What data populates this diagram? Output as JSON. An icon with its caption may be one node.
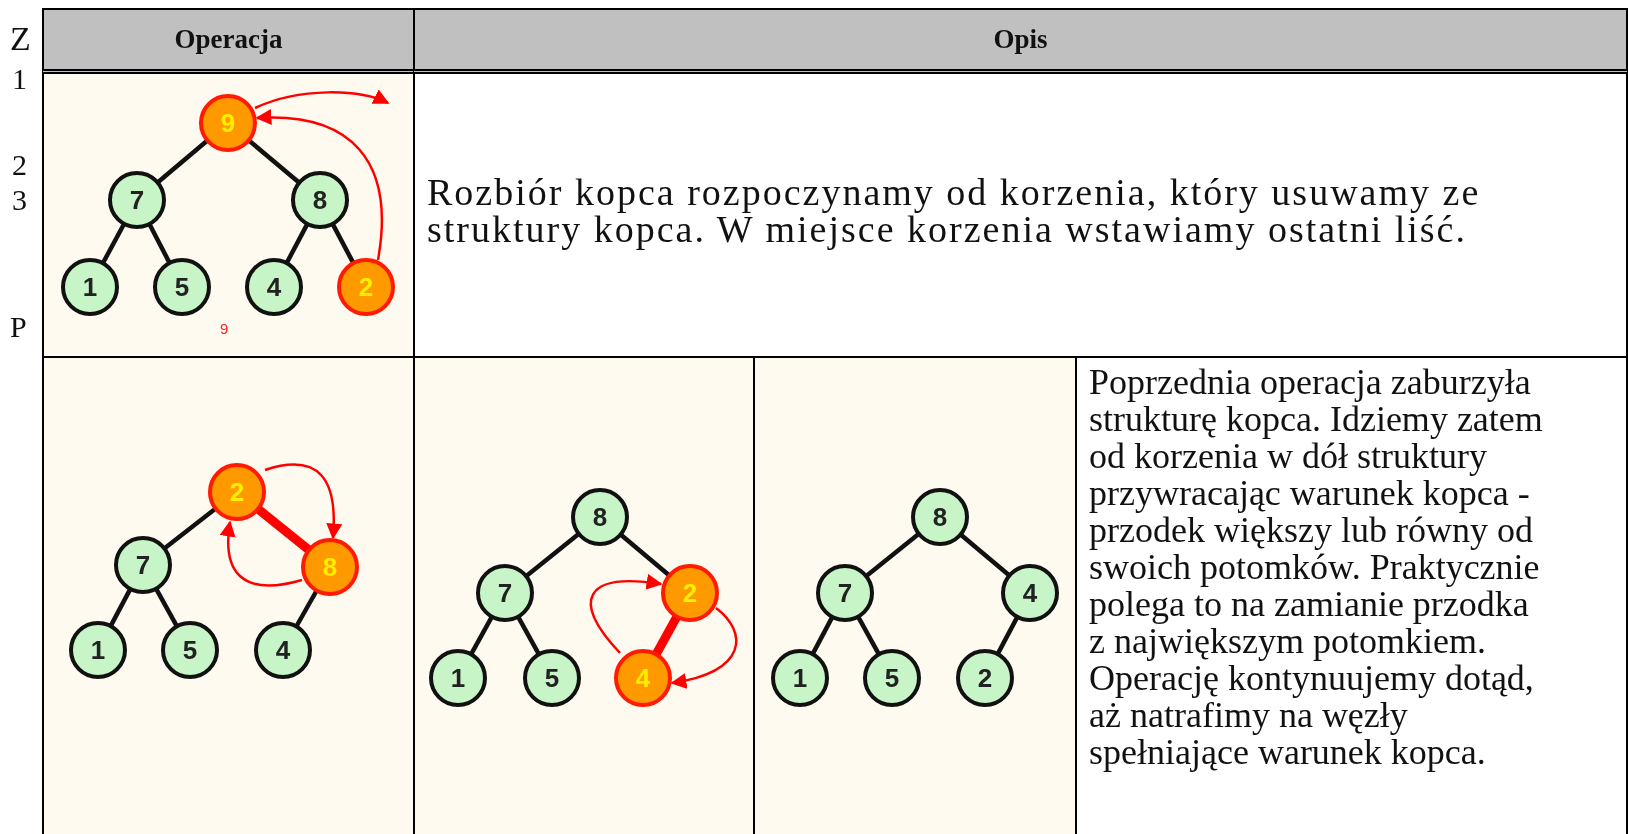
{
  "diagram": {
    "nodes": [
      {
        "text": [
          "Operacja"
        ]
      },
      {
        "text": [
          "Opis"
        ]
      },
      {
        "text": [],
        "shape": "box"
      },
      {
        "text": [
          "Rozbiór kopca rozpoczynamy od korzenia, który usuwamy ze struktury kopca. W miejsce korzenia wstawiamy ostatni liść."
        ]
      },
      {
        "text": [],
        "shape": "box"
      },
      {
        "text": [],
        "shape": "box"
      },
      {
        "text": [],
        "shape": "box"
      },
      {
        "text": [
          "Poprzednia operacja zaburzyła strukturę kopca. Idziemy zatem od korzenia w dół struktury przywracając warunek kopca - przodek większy lub równy od swoich potomków. Praktycznie polega to na zamianie przodka z największym potomkiem. Operację kontynuujemy dotąd, aż natrafimy na węzły spełniające warunek kopca."
        ]
      },
      {
        "text": [
          "9"
        ],
        "in": 2
      },
      {
        "text": [
          "7"
        ],
        "in": 2
      },
      {
        "text": [
          "8"
        ],
        "in": 2
      },
      {
        "text": [
          "1"
        ],
        "in": 2
      },
      {
        "text": [
          "5"
        ],
        "in": 2
      },
      {
        "text": [
          "4"
        ],
        "in": 2
      },
      {
        "text": [
          "2"
        ],
        "in": 2
      },
      {
        "text": [
          "2"
        ],
        "in": 4
      },
      {
        "text": [
          "7"
        ],
        "in": 4
      },
      {
        "text": [
          "8"
        ],
        "in": 4
      },
      {
        "text": [
          "1"
        ],
        "in": 4
      },
      {
        "text": [
          "5"
        ],
        "in": 4
      },
      {
        "text": [
          "4"
        ],
        "in": 4
      },
      {
        "text": [
          "8"
        ],
        "in": 5
      },
      {
        "text": [
          "7"
        ],
        "in": 5
      },
      {
        "text": [
          "2"
        ],
        "in": 5
      },
      {
        "text": [
          "1"
        ],
        "in": 5
      },
      {
        "text": [
          "5"
        ],
        "in": 5
      },
      {
        "text": [
          "4"
        ],
        "in": 5
      },
      {
        "text": [
          "8"
        ],
        "in": 6
      },
      {
        "text": [
          "7"
        ],
        "in": 6
      },
      {
        "text": [
          "4"
        ],
        "in": 6
      },
      {
        "text": [
          "1"
        ],
        "in": 6
      },
      {
        "text": [
          "5"
        ],
        "in": 6
      },
      {
        "text": [
          "2"
        ],
        "in": 6
      }
    ],
    "edges": [
      {
        "from": 8,
        "to": 9,
        "arrow": "none"
      },
      {
        "from": 8,
        "to": 10,
        "arrow": "none"
      },
      {
        "from": 9,
        "to": 11,
        "arrow": "none"
      },
      {
        "from": 9,
        "to": 12,
        "arrow": "none"
      },
      {
        "from": 10,
        "to": 13,
        "arrow": "none"
      },
      {
        "from": 10,
        "to": 14,
        "arrow": "none"
      },
      {
        "from": 8,
        "to": null,
        "arrow": "to",
        "color": "#ff0000"
      },
      {
        "from": 14,
        "to": 8,
        "arrow": "to",
        "color": "#ff0000"
      },
      {
        "from": 15,
        "to": 16,
        "arrow": "none"
      },
      {
        "from": 15,
        "to": 17,
        "arrow": "none",
        "style": "thick",
        "color": "#ff0000"
      },
      {
        "from": 16,
        "to": 18,
        "arrow": "none"
      },
      {
        "from": 16,
        "to": 19,
        "arrow": "none"
      },
      {
        "from": 17,
        "to": 20,
        "arrow": "none"
      },
      {
        "from": 15,
        "to": 17,
        "arrow": "to",
        "color": "#ff0000"
      },
      {
        "from": 17,
        "to": 15,
        "arrow": "to",
        "color": "#ff0000"
      },
      {
        "from": 21,
        "to": 22,
        "arrow": "none"
      },
      {
        "from": 21,
        "to": 23,
        "arrow": "none"
      },
      {
        "from": 22,
        "to": 24,
        "arrow": "none"
      },
      {
        "from": 22,
        "to": 25,
        "arrow": "none"
      },
      {
        "from": 23,
        "to": 26,
        "arrow": "none",
        "style": "thick",
        "color": "#ff0000"
      },
      {
        "from": 26,
        "to": 23,
        "arrow": "to",
        "color": "#ff0000"
      },
      {
        "from": 23,
        "to": 26,
        "arrow": "to",
        "color": "#ff0000"
      },
      {
        "from": 27,
        "to": 28,
        "arrow": "none"
      },
      {
        "from": 27,
        "to": 29,
        "arrow": "none"
      },
      {
        "from": 28,
        "to": 30,
        "arrow": "none"
      },
      {
        "from": 28,
        "to": 31,
        "arrow": "none"
      },
      {
        "from": 29,
        "to": 32,
        "arrow": "none"
      }
    ],
    "labels": [
      "Z",
      "1",
      "2",
      "3",
      "P",
      "9"
    ]
  }
}
